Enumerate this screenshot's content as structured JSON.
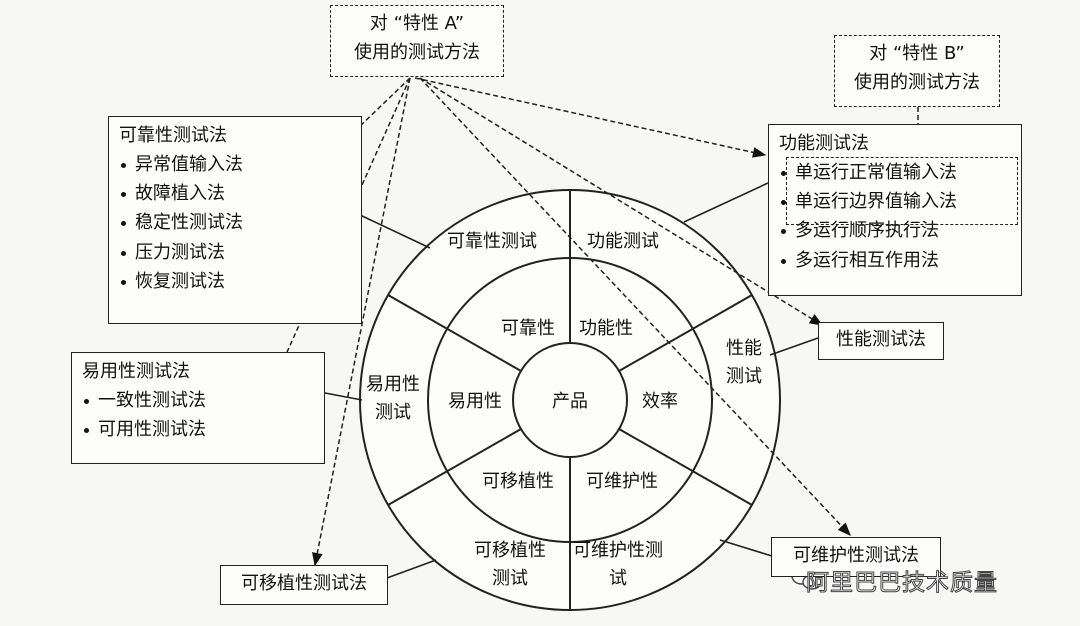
{
  "callout_a": {
    "line1": "对 “特性 A”",
    "line2": "使用的测试方法"
  },
  "callout_b": {
    "line1": "对 “特性 B”",
    "line2": "使用的测试方法"
  },
  "reliability_box": {
    "title": "可靠性测试法",
    "items": [
      "异常值输入法",
      "故障植入法",
      "稳定性测试法",
      "压力测试法",
      "恢复测试法"
    ]
  },
  "usability_box": {
    "title": "易用性测试法",
    "items": [
      "一致性测试法",
      "可用性测试法"
    ]
  },
  "functional_box": {
    "title": "功能测试法",
    "items": [
      "单运行正常值输入法",
      "单运行边界值输入法",
      "多运行顺序执行法",
      "多运行相互作用法"
    ]
  },
  "performance_box": {
    "title": "性能测试法"
  },
  "portability_box": {
    "title": "可移植性测试法"
  },
  "maintainability_box": {
    "title": "可维护性测试法"
  },
  "wheel": {
    "center": "产品",
    "inner": {
      "reliability": "可靠性",
      "functionality": "功能性",
      "efficiency": "效率",
      "maintainability": "可维护性",
      "portability": "可移植性",
      "usability": "易用性"
    },
    "outer": {
      "reliability_test": "可靠性测试",
      "functional_test": "功能测试",
      "performance_test": "性能测试",
      "maintainability_test": "可维护性测试",
      "portability_test": "可移植性测试",
      "usability_test": "易用性测试"
    }
  },
  "watermark": "阿里巴巴技术质量"
}
